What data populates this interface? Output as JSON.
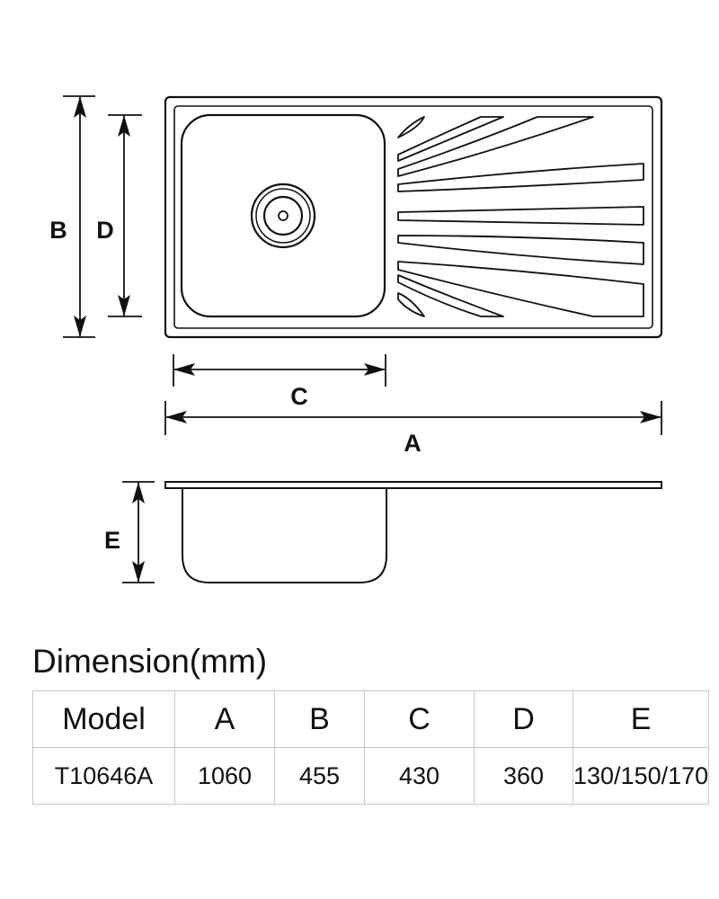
{
  "drawing": {
    "labels": {
      "A": "A",
      "B": "B",
      "C": "C",
      "D": "D",
      "E": "E"
    }
  },
  "title": "Dimension(mm)",
  "table": {
    "headers": [
      "Model",
      "A",
      "B",
      "C",
      "D",
      "E"
    ],
    "row": [
      "T10646A",
      "1060",
      "455",
      "430",
      "360",
      "130/150/170"
    ]
  }
}
